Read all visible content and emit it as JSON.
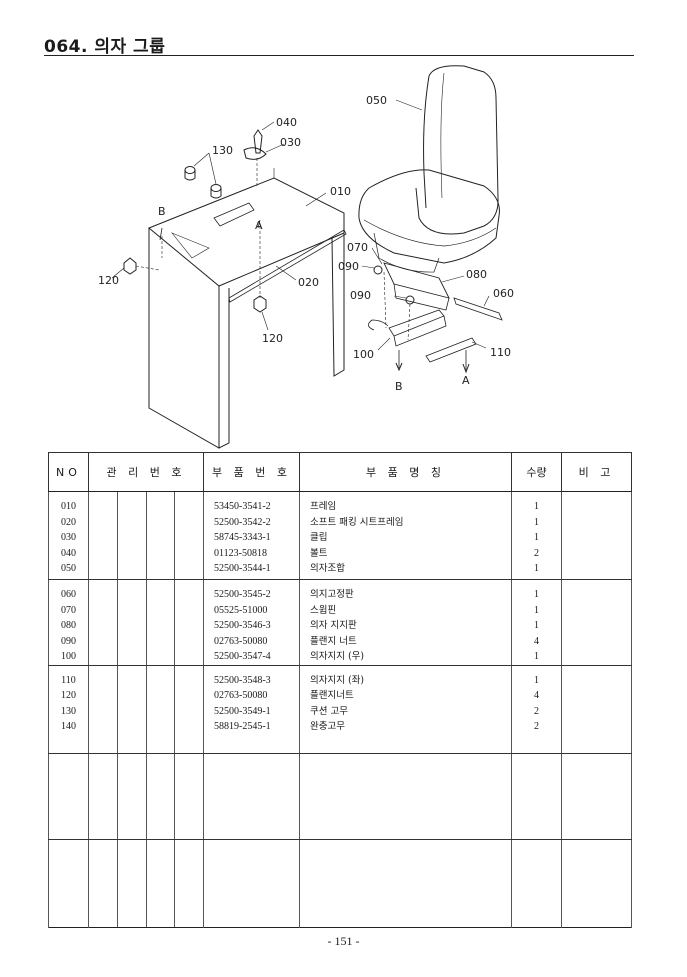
{
  "page": {
    "title": "064. 의자 그룹",
    "page_number": "- 151 -"
  },
  "diagram": {
    "callouts": [
      "050",
      "040",
      "030",
      "130",
      "010",
      "B",
      "A",
      "070",
      "090",
      "080",
      "090",
      "060",
      "120",
      "020",
      "120",
      "100",
      "110",
      "B",
      "A"
    ]
  },
  "table": {
    "headers": {
      "no": "NO",
      "management_no": "관 리 번 호",
      "part_no": "부 품 번 호",
      "part_name": "부 품 명 칭",
      "qty": "수량",
      "remarks": "비 고"
    },
    "groups": [
      {
        "rows": [
          {
            "no": "010",
            "part_no": "53450-3541-2",
            "name": "프레임",
            "qty": "1"
          },
          {
            "no": "020",
            "part_no": "52500-3542-2",
            "name": "소프트 패킹 시트프레임",
            "qty": "1"
          },
          {
            "no": "030",
            "part_no": "58745-3343-1",
            "name": "클립",
            "qty": "1"
          },
          {
            "no": "040",
            "part_no": "01123-50818",
            "name": "볼트",
            "qty": "2"
          },
          {
            "no": "050",
            "part_no": "52500-3544-1",
            "name": "의자조합",
            "qty": "1"
          }
        ]
      },
      {
        "rows": [
          {
            "no": "060",
            "part_no": "52500-3545-2",
            "name": "의지고정판",
            "qty": "1"
          },
          {
            "no": "070",
            "part_no": "05525-51000",
            "name": "스윕핀",
            "qty": "1"
          },
          {
            "no": "080",
            "part_no": "52500-3546-3",
            "name": "의자 지지판",
            "qty": "1"
          },
          {
            "no": "090",
            "part_no": "02763-50080",
            "name": "플랜지 너트",
            "qty": "4"
          },
          {
            "no": "100",
            "part_no": "52500-3547-4",
            "name": "의자지지 (우)",
            "qty": "1"
          }
        ]
      },
      {
        "rows": [
          {
            "no": "110",
            "part_no": "52500-3548-3",
            "name": "의자지지 (좌)",
            "qty": "1"
          },
          {
            "no": "120",
            "part_no": "02763-50080",
            "name": "플랜지너트",
            "qty": "4"
          },
          {
            "no": "130",
            "part_no": "52500-3549-1",
            "name": "쿠션 고무",
            "qty": "2"
          },
          {
            "no": "140",
            "part_no": "58819-2545-1",
            "name": "완충고무",
            "qty": "2"
          }
        ]
      }
    ]
  }
}
